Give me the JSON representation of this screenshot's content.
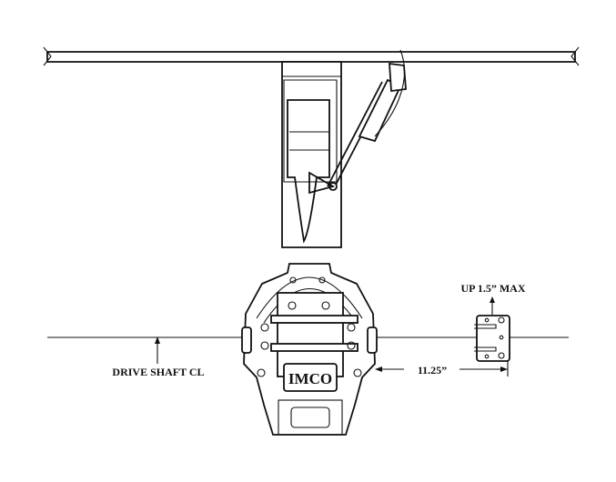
{
  "labels": {
    "drive_shaft": "DRIVE SHAFT CL",
    "dimension": "11.25”",
    "up_max": "UP 1.5” MAX",
    "brand": "IMCO"
  }
}
